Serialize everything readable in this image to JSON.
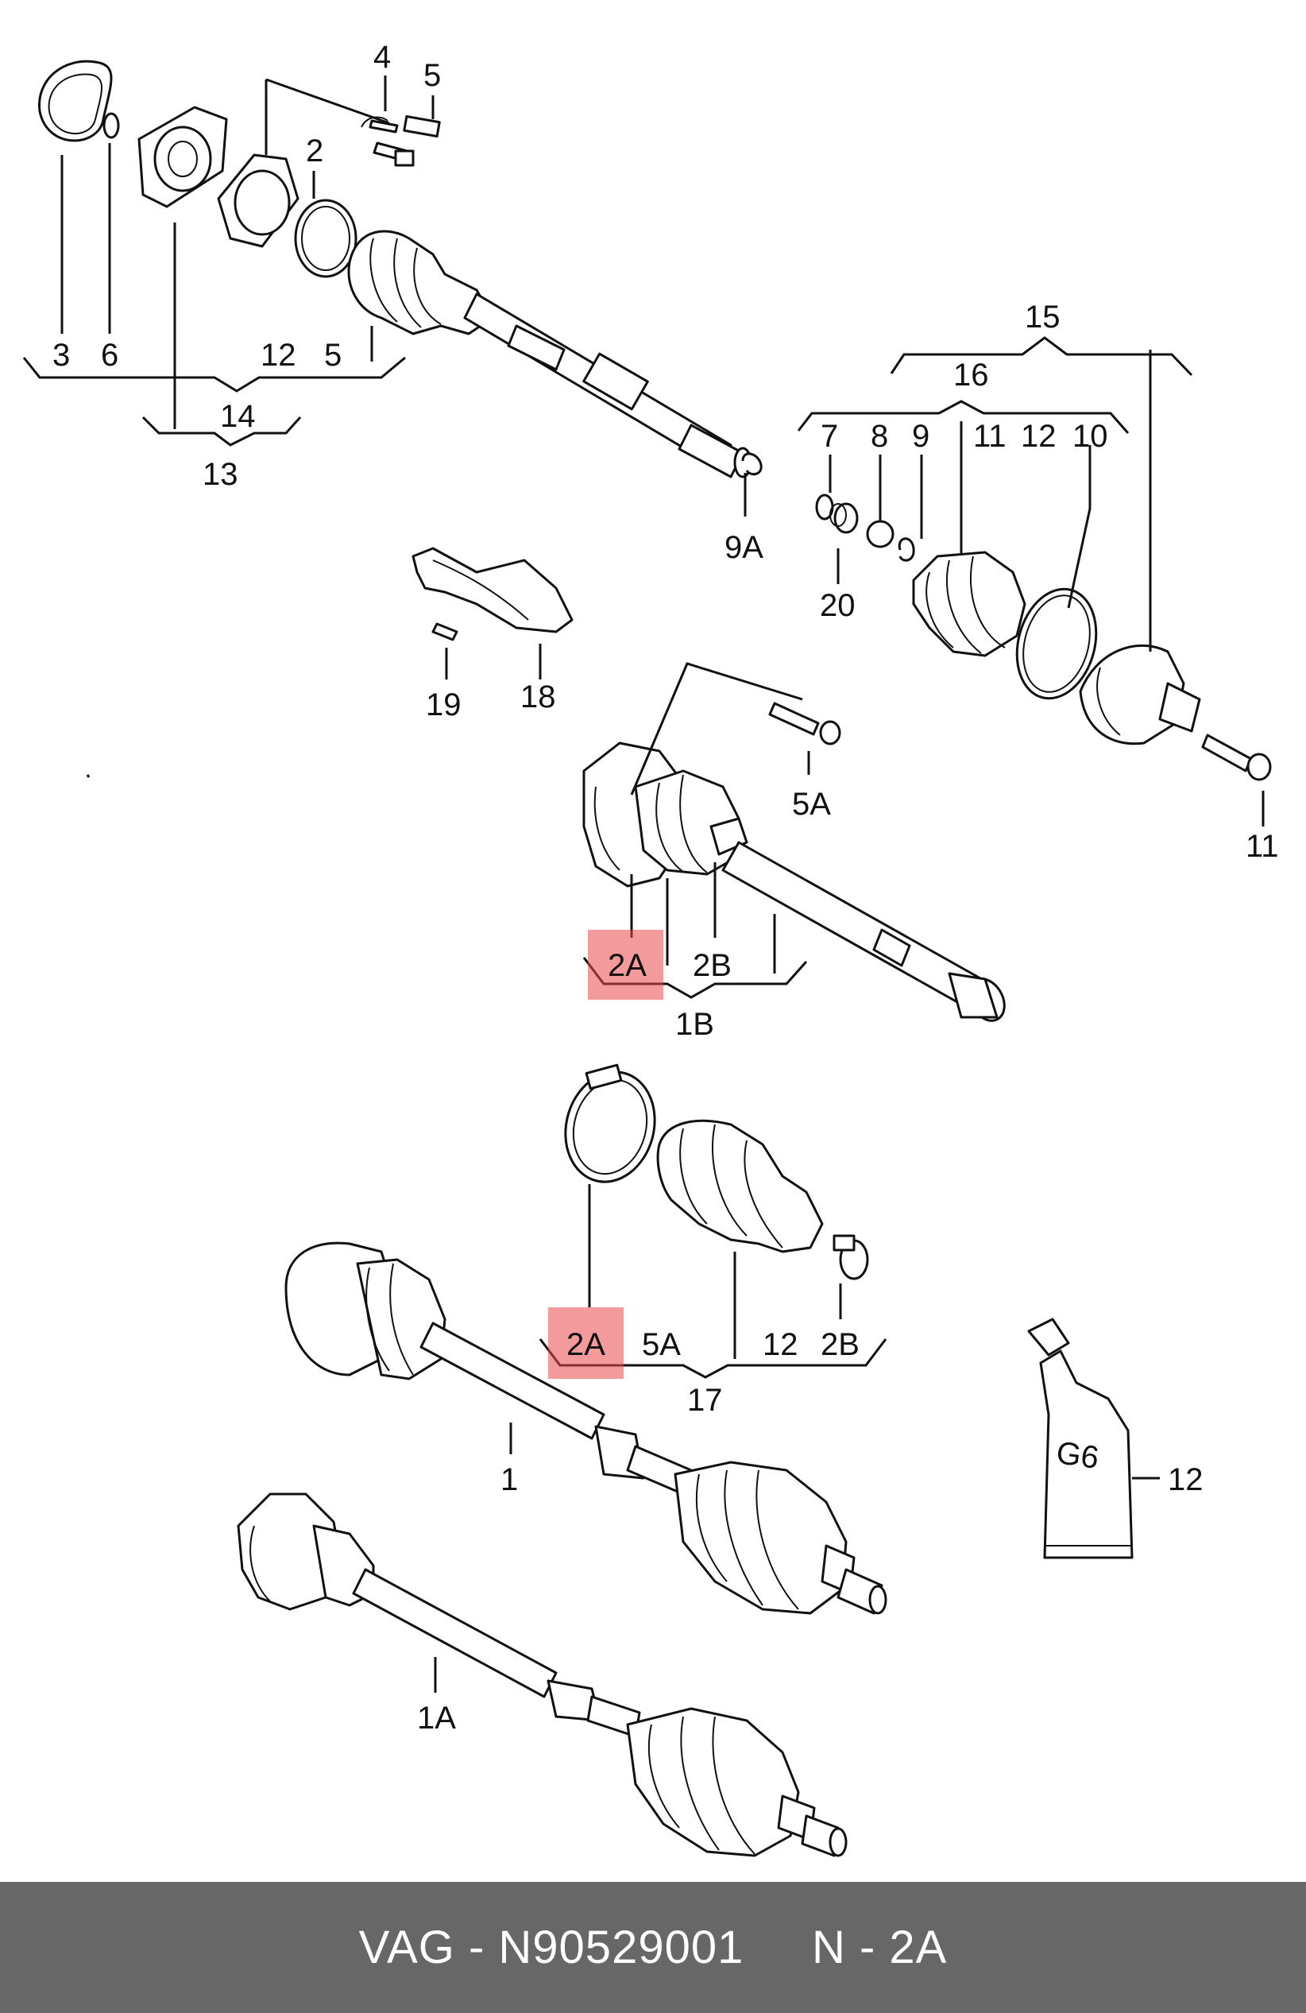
{
  "labels": {
    "l3": "3",
    "l6": "6",
    "l4": "4",
    "l5_top": "5",
    "l2": "2",
    "l12_top": "12",
    "l5_mid": "5",
    "l14": "14",
    "l13": "13",
    "l9A": "9A",
    "l15": "15",
    "l16": "16",
    "l7": "7",
    "l8": "8",
    "l9": "9",
    "l11_a": "11",
    "l12_b": "12",
    "l10": "10",
    "l20": "20",
    "l19": "19",
    "l18": "18",
    "l5A_a": "5A",
    "l11_b": "11",
    "l2A_a": "2A",
    "l2B_a": "2B",
    "l1B": "1B",
    "l2A_b": "2A",
    "l5A_b": "5A",
    "l12_c": "12",
    "l2B_b": "2B",
    "l17": "17",
    "l1": "1",
    "l12_d": "12",
    "l1A": "1A",
    "tube_text": "G6"
  },
  "footer": {
    "brand": "VAG",
    "sep1": " - ",
    "part_number": "N90529001",
    "gap": "     ",
    "prefix": "N",
    "sep2": " - ",
    "position": "2A"
  },
  "colors": {
    "highlight": "#e8474a",
    "footer_bg": "#676767",
    "footer_text": "#ffffff",
    "line": "#111111"
  }
}
